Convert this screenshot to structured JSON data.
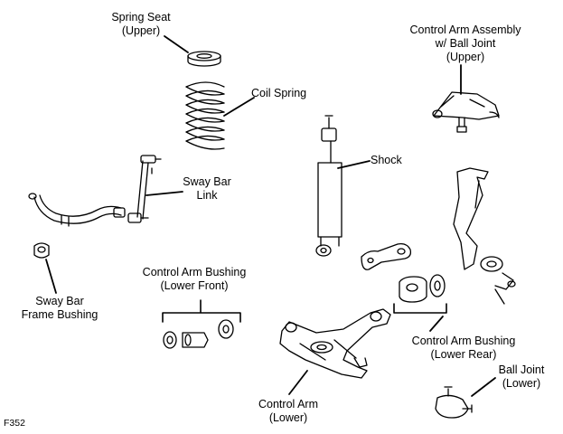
{
  "labels": {
    "spring_seat": [
      "Spring Seat",
      "(Upper)"
    ],
    "coil_spring": [
      "Coil Spring"
    ],
    "control_arm_assembly_upper": [
      "Control Arm Assembly",
      "w/ Ball Joint",
      "(Upper)"
    ],
    "shock": [
      "Shock"
    ],
    "sway_bar_link": [
      "Sway Bar",
      "Link"
    ],
    "sway_bar_frame_bushing": [
      "Sway Bar",
      "Frame Bushing"
    ],
    "control_arm_bushing_lower_front": [
      "Control Arm Bushing",
      "(Lower Front)"
    ],
    "control_arm_bushing_lower_rear": [
      "Control Arm Bushing",
      "(Lower Rear)"
    ],
    "ball_joint_lower": [
      "Ball Joint",
      "(Lower)"
    ],
    "control_arm_lower": [
      "Control Arm",
      "(Lower)"
    ]
  },
  "figure_id": "F352"
}
